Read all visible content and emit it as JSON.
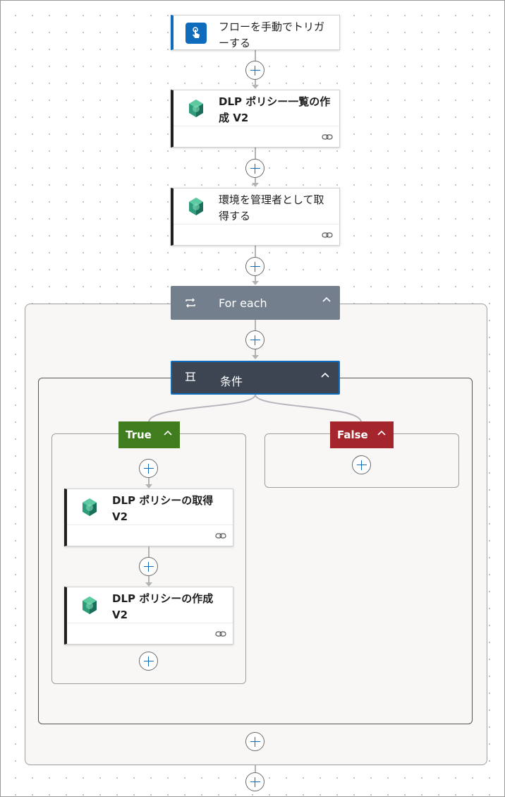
{
  "trigger": {
    "title": "フローを手動でトリガーする",
    "icon": "touch-icon"
  },
  "actions": [
    {
      "title": "DLP ポリシー一覧の作成 V2",
      "icon": "power-platform-icon"
    },
    {
      "title": "環境を管理者として取得する",
      "icon": "power-platform-icon"
    }
  ],
  "foreach": {
    "label": "For each",
    "color": "#737f8c"
  },
  "condition": {
    "label": "条件",
    "color": "#3d4552",
    "border": "#0f6cbd"
  },
  "branches": {
    "true": {
      "label": "True",
      "color": "#3f7d1e",
      "actions": [
        {
          "title": "DLP ポリシーの取得 V2"
        },
        {
          "title": "DLP ポリシーの作成 V2"
        }
      ]
    },
    "false": {
      "label": "False",
      "color": "#a4262c"
    }
  }
}
